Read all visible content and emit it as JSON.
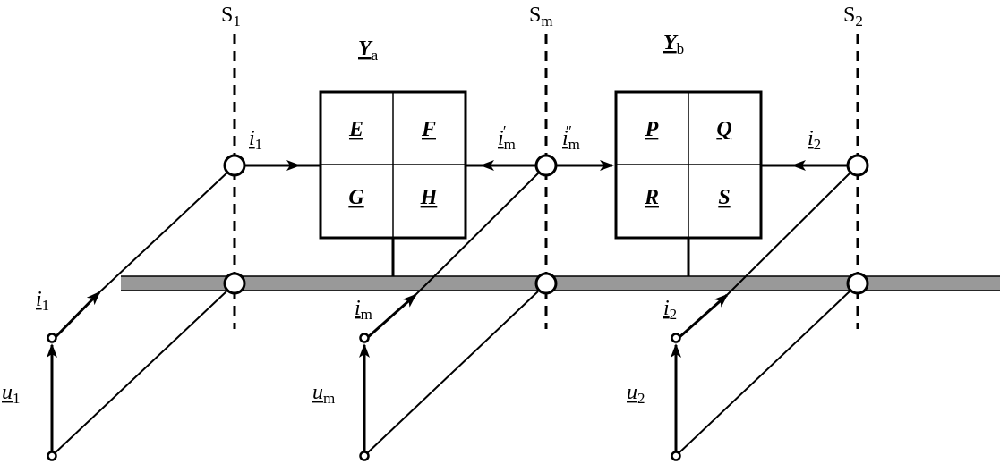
{
  "sections": {
    "s1": {
      "letter": "S",
      "sub": "1"
    },
    "sm": {
      "letter": "S",
      "sub": "m"
    },
    "s2": {
      "letter": "S",
      "sub": "2"
    }
  },
  "blocks": {
    "a": {
      "letter": "Y",
      "sub": "a",
      "cells": [
        "E",
        "F",
        "G",
        "H"
      ]
    },
    "b": {
      "letter": "Y",
      "sub": "b",
      "cells": [
        "P",
        "Q",
        "R",
        "S"
      ]
    }
  },
  "currents": {
    "i1_top": {
      "letter": "i",
      "sub": "1"
    },
    "im_prime": {
      "letter": "i",
      "sub": "m",
      "mark": "′"
    },
    "im_dprime": {
      "letter": "i",
      "sub": "m",
      "mark": "″"
    },
    "i2_top": {
      "letter": "i",
      "sub": "2"
    },
    "i1_src": {
      "letter": "i",
      "sub": "1"
    },
    "im_src": {
      "letter": "i",
      "sub": "m"
    },
    "i2_src": {
      "letter": "i",
      "sub": "2"
    }
  },
  "voltages": {
    "u1": {
      "letter": "u",
      "sub": "1"
    },
    "um": {
      "letter": "u",
      "sub": "m"
    },
    "u2": {
      "letter": "u",
      "sub": "2"
    }
  },
  "colors": {
    "line": "#000000",
    "bus": "#999999"
  }
}
